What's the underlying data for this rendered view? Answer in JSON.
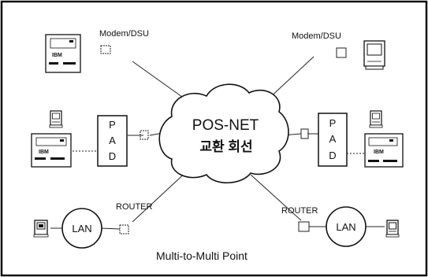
{
  "diagram": {
    "cloud_title": "POS-NET",
    "cloud_subtitle": "교환 회선",
    "caption": "Multi-to-Multi Point",
    "labels": {
      "modem_left": "Modem/DSU",
      "modem_right": "Modem/DSU",
      "router_left": "ROUTER",
      "router_right": "ROUTER",
      "lan_left": "LAN",
      "lan_right": "LAN",
      "pad_left": [
        "P",
        "A",
        "D"
      ],
      "pad_right": [
        "P",
        "A",
        "D"
      ],
      "ibm": "IBM"
    }
  },
  "colors": {
    "ink": "#111111",
    "paper": "#ffffff"
  }
}
